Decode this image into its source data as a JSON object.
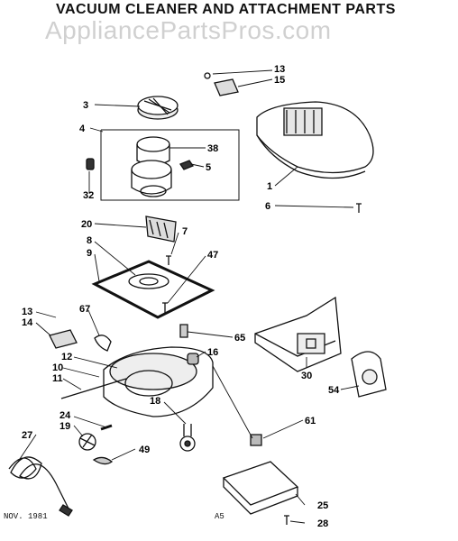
{
  "header": {
    "title": "VACUUM CLEANER AND ATTACHMENT PARTS",
    "subtitle": "",
    "watermark": "AppliancePartsPros.com"
  },
  "callouts": [
    "3",
    "4",
    "38",
    "5",
    "32",
    "13",
    "15",
    "1",
    "6",
    "20",
    "7",
    "8",
    "9",
    "47",
    "13",
    "14",
    "67",
    "65",
    "16",
    "12",
    "10",
    "11",
    "24",
    "19",
    "27",
    "18",
    "49",
    "30",
    "54",
    "61",
    "25",
    "28"
  ],
  "footer": {
    "date": "NOV. 1981",
    "code": "A5"
  },
  "colors": {
    "ink": "#111111",
    "watermark": "#969696"
  }
}
